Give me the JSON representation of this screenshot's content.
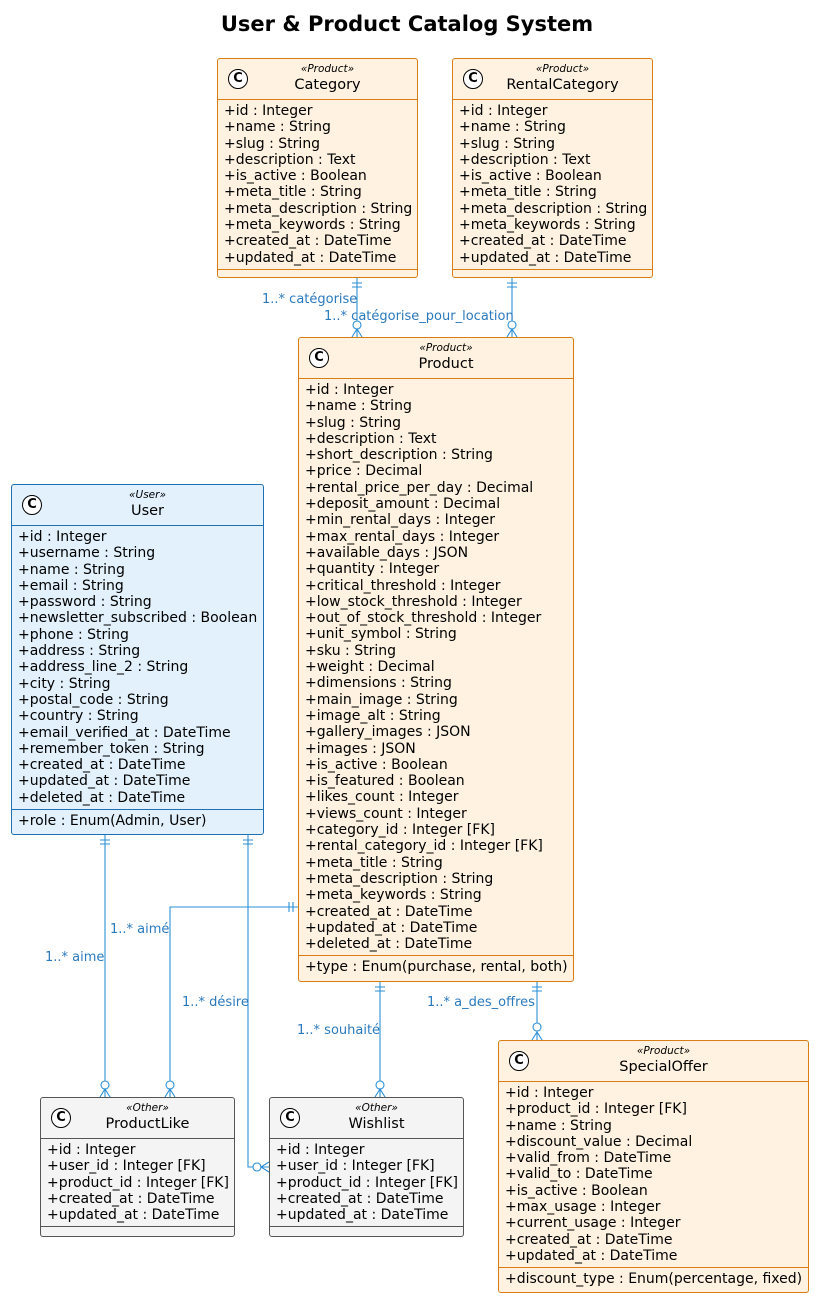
{
  "title": "User & Product Catalog System",
  "colors": {
    "product_bg": "#fff2e0",
    "product_border": "#d97c12",
    "user_bg": "#e2f1fc",
    "user_border": "#1f6fb3",
    "other_bg": "#f4f4f4",
    "other_border": "#555555",
    "link": "#2b8fd6",
    "link_label": "#2b79bd"
  },
  "icon_glyph": "C",
  "classes": {
    "category": {
      "stereotype": "«Product»",
      "name": "Category",
      "attributes": [
        "+id : Integer",
        "+name : String",
        "+slug : String",
        "+description : Text",
        "+is_active : Boolean",
        "+meta_title : String",
        "+meta_description : String",
        "+meta_keywords : String",
        "+created_at : DateTime",
        "+updated_at : DateTime"
      ],
      "methods": []
    },
    "rental_category": {
      "stereotype": "«Product»",
      "name": "RentalCategory",
      "attributes": [
        "+id : Integer",
        "+name : String",
        "+slug : String",
        "+description : Text",
        "+is_active : Boolean",
        "+meta_title : String",
        "+meta_description : String",
        "+meta_keywords : String",
        "+created_at : DateTime",
        "+updated_at : DateTime"
      ],
      "methods": []
    },
    "product": {
      "stereotype": "«Product»",
      "name": "Product",
      "attributes": [
        "+id : Integer",
        "+name : String",
        "+slug : String",
        "+description : Text",
        "+short_description : String",
        "+price : Decimal",
        "+rental_price_per_day : Decimal",
        "+deposit_amount : Decimal",
        "+min_rental_days : Integer",
        "+max_rental_days : Integer",
        "+available_days : JSON",
        "+quantity : Integer",
        "+critical_threshold : Integer",
        "+low_stock_threshold : Integer",
        "+out_of_stock_threshold : Integer",
        "+unit_symbol : String",
        "+sku : String",
        "+weight : Decimal",
        "+dimensions : String",
        "+main_image : String",
        "+image_alt : String",
        "+gallery_images : JSON",
        "+images : JSON",
        "+is_active : Boolean",
        "+is_featured : Boolean",
        "+likes_count : Integer",
        "+views_count : Integer",
        "+category_id : Integer [FK]",
        "+rental_category_id : Integer [FK]",
        "+meta_title : String",
        "+meta_description : String",
        "+meta_keywords : String",
        "+created_at : DateTime",
        "+updated_at : DateTime",
        "+deleted_at : DateTime"
      ],
      "methods": [
        "+type : Enum(purchase, rental, both)"
      ]
    },
    "user": {
      "stereotype": "«User»",
      "name": "User",
      "attributes": [
        "+id : Integer",
        "+username : String",
        "+name : String",
        "+email : String",
        "+password : String",
        "+newsletter_subscribed : Boolean",
        "+phone : String",
        "+address : String",
        "+address_line_2 : String",
        "+city : String",
        "+postal_code : String",
        "+country : String",
        "+email_verified_at : DateTime",
        "+remember_token : String",
        "+created_at : DateTime",
        "+updated_at : DateTime",
        "+deleted_at : DateTime"
      ],
      "methods": [
        "+role : Enum(Admin, User)"
      ]
    },
    "product_like": {
      "stereotype": "«Other»",
      "name": "ProductLike",
      "attributes": [
        "+id : Integer",
        "+user_id : Integer [FK]",
        "+product_id : Integer [FK]",
        "+created_at : DateTime",
        "+updated_at : DateTime"
      ],
      "methods": []
    },
    "wishlist": {
      "stereotype": "«Other»",
      "name": "Wishlist",
      "attributes": [
        "+id : Integer",
        "+user_id : Integer [FK]",
        "+product_id : Integer [FK]",
        "+created_at : DateTime",
        "+updated_at : DateTime"
      ],
      "methods": []
    },
    "special_offer": {
      "stereotype": "«Product»",
      "name": "SpecialOffer",
      "attributes": [
        "+id : Integer",
        "+product_id : Integer [FK]",
        "+name : String",
        "+discount_value : Decimal",
        "+valid_from : DateTime",
        "+valid_to : DateTime",
        "+is_active : Boolean",
        "+max_usage : Integer",
        "+current_usage : Integer",
        "+created_at : DateTime",
        "+updated_at : DateTime"
      ],
      "methods": [
        "+discount_type : Enum(percentage, fixed)"
      ]
    }
  },
  "relations": {
    "categorise": "1..* catégorise",
    "categorise_location": "1..* catégorise_pour_location",
    "aime_product": "1..* aimé",
    "aime_user": "1..* aime",
    "desire": "1..* désire",
    "souhaite": "1..* souhaité",
    "offres": "1..* a_des_offres"
  }
}
